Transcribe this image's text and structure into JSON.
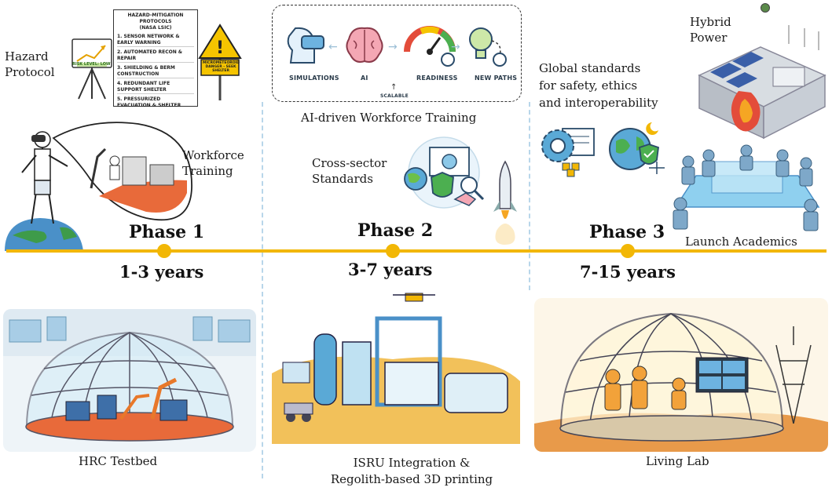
{
  "colors": {
    "timeline": "#f2b705",
    "separator": "#b8d6ea",
    "mars": "#e86a3a",
    "sand": "#f2c15a"
  },
  "phase1": {
    "hazard_label": "Hazard\nProtocol",
    "doc_title": "HAZARD-MITIGATION PROTOCOLS",
    "doc_subtitle": "(NASA LSIC)",
    "doc_items": [
      "1. SENSOR NETWORK & EARLY WARNING",
      "2. AUTOMATED RECON & REPAIR",
      "3. SHIELDING & BERM CONSTRUCTION",
      "4. REDUNDANT LIFE SUPPORT SHELTER",
      "5. PRESSURIZED EVACUATION & SHELTER"
    ],
    "risk_label": "RISK LEVEL: LOW",
    "sign_text": "MICROMETEOROID DANGER - SEEK SHELTER",
    "workforce_label": "Workforce\nTraining",
    "phase_label": "Phase 1",
    "years_label": "1-3 years",
    "bottom_label": "HRC Testbed"
  },
  "phase2": {
    "training_items": [
      "SIMULATIONS",
      "AI",
      "READINESS",
      "NEW PATHS"
    ],
    "scalable_label": "SCALABLE",
    "training_caption": "AI-driven Workforce Training",
    "standards_label": "Cross-sector\nStandards",
    "phase_label": "Phase 2",
    "years_label": "3-7 years",
    "bottom_label": "ISRU Integration &\nRegolith-based 3D printing"
  },
  "phase3": {
    "global_label": "Global standards\nfor safety, ethics\nand interoperability",
    "hybrid_label": "Hybrid\nPower",
    "academics_label": "Launch Academics",
    "phase_label": "Phase 3",
    "years_label": "7-15 years",
    "bottom_label": "Living Lab"
  }
}
